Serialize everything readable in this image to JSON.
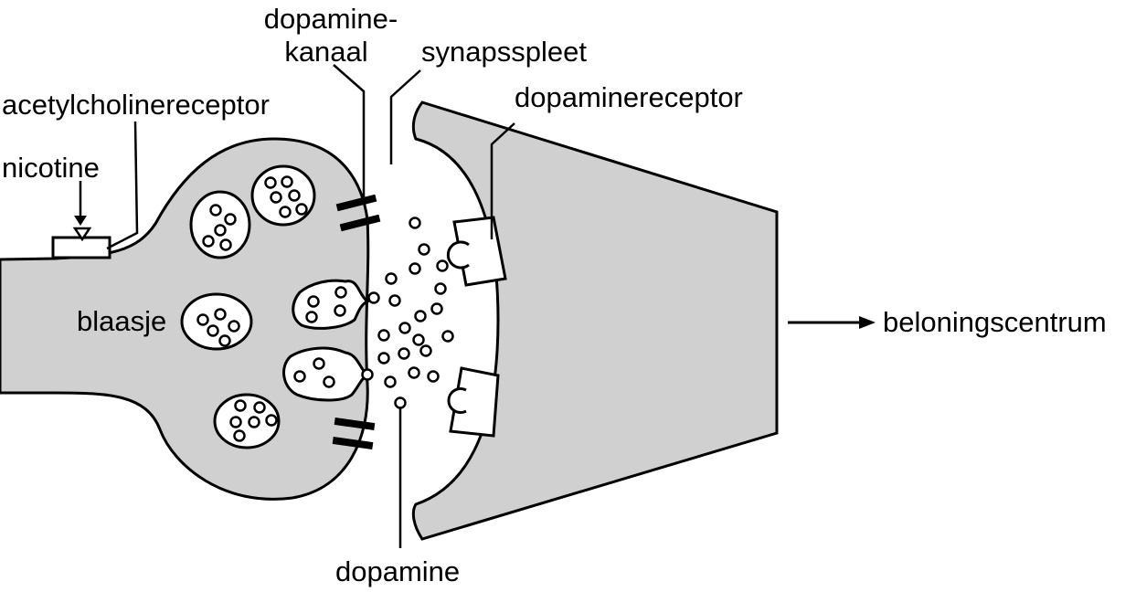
{
  "labels": {
    "acetylcholine_receptor": "acetylcholinereceptor",
    "nicotine": "nicotine",
    "vesicle": "blaasje",
    "dopamine_channel_line1": "dopamine-",
    "dopamine_channel_line2": "kanaal",
    "synaptic_cleft": "synapsspleet",
    "dopamine_receptor": "dopaminereceptor",
    "dopamine": "dopamine",
    "reward_center": "beloningscentrum"
  },
  "colors": {
    "cell_fill": "#d0d0d0",
    "stroke": "#000000",
    "background": "#ffffff"
  }
}
